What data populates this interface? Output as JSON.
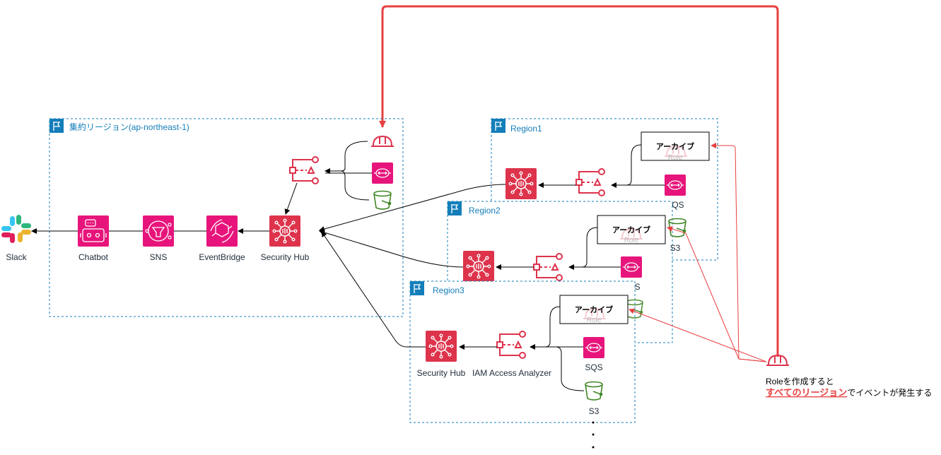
{
  "regions": {
    "aggregate": "集約リージョン(ap-northeast-1)",
    "r1": "Region1",
    "r2": "Region2",
    "r3": "Region3"
  },
  "services": {
    "slack": "Slack",
    "chatbot": "Chatbot",
    "sns": "SNS",
    "eventbridge": "EventBridge",
    "security_hub": "Security Hub",
    "iam_access_analyzer": "IAM Access Analyzer",
    "sqs": "SQS",
    "s3": "S3"
  },
  "archive": {
    "title": "アーカイブ",
    "sub": "Role"
  },
  "note": {
    "line1": "Roleを作成すると",
    "emphasis": "すべてのリージョン",
    "line2_rest": "でイベントが発生する"
  },
  "colors": {
    "security_red": "#dd344c",
    "pink": "#e7157b",
    "s3_green": "#3f8624",
    "region_blue": "#147eba",
    "alert_red": "#e83f3f"
  }
}
